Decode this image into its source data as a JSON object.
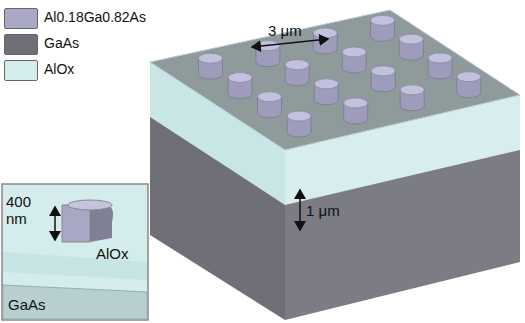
{
  "diagram": {
    "labels": [
      "3 μm",
      "1 μm",
      "400 nm",
      "AlOx",
      "GaAs"
    ],
    "legend": [
      {
        "text": "Al0.18Ga0.82As",
        "color": "#a9a9c6"
      },
      {
        "text": "GaAs",
        "color": "#6f6f78"
      },
      {
        "text": "AlOx",
        "color": "#d4ecec"
      }
    ]
  }
}
